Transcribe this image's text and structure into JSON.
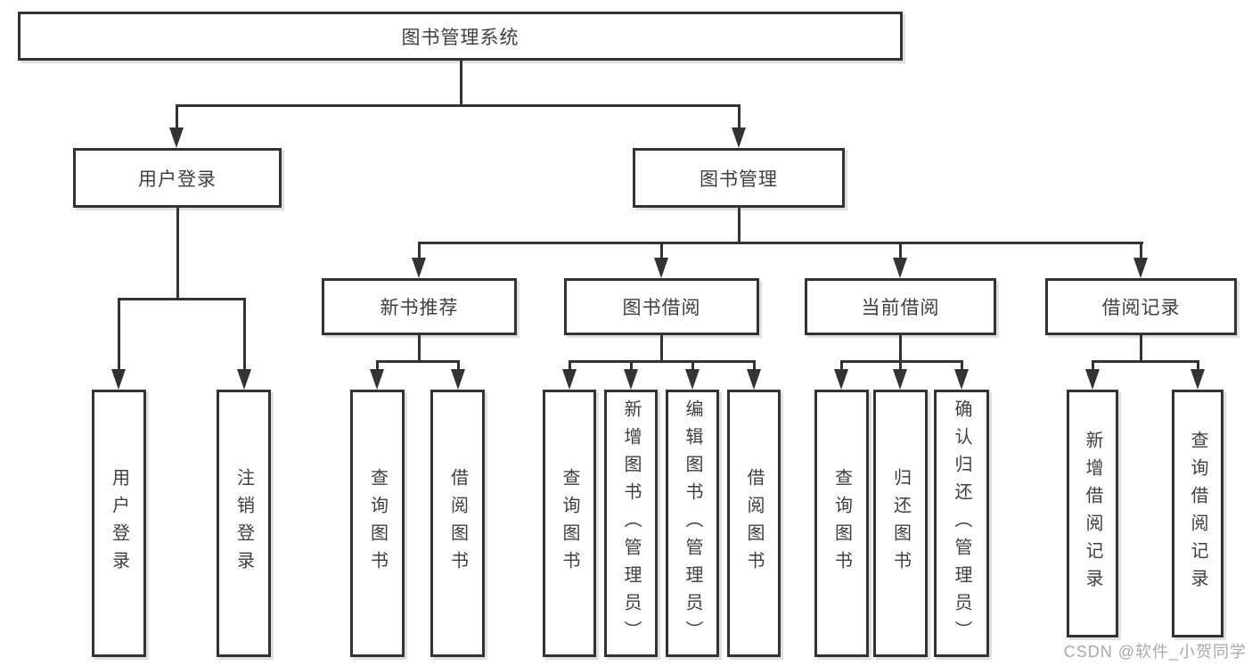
{
  "diagram": {
    "tree": {
      "label": "图书管理系统",
      "children": [
        {
          "label": "用户登录",
          "children": [
            {
              "label": "用户登录"
            },
            {
              "label": "注销登录"
            }
          ]
        },
        {
          "label": "图书管理",
          "children": [
            {
              "label": "新书推荐",
              "children": [
                {
                  "label": "查询图书"
                },
                {
                  "label": "借阅图书"
                }
              ]
            },
            {
              "label": "图书借阅",
              "children": [
                {
                  "label": "查询图书"
                },
                {
                  "label": "新增图书（管理员）"
                },
                {
                  "label": "编辑图书（管理员）"
                },
                {
                  "label": "借阅图书"
                }
              ]
            },
            {
              "label": "当前借阅",
              "children": [
                {
                  "label": "查询图书"
                },
                {
                  "label": "归还图书"
                },
                {
                  "label": "确认归还（管理员）"
                }
              ]
            },
            {
              "label": "借阅记录",
              "children": [
                {
                  "label": "新增借阅记录"
                },
                {
                  "label": "查询借阅记录"
                }
              ]
            }
          ]
        }
      ]
    },
    "line_color": "#333333",
    "text_color": "#3f3f3f"
  },
  "watermark": {
    "text": "CSDN @软件_小贺同学",
    "color": "#a9a9a9"
  }
}
